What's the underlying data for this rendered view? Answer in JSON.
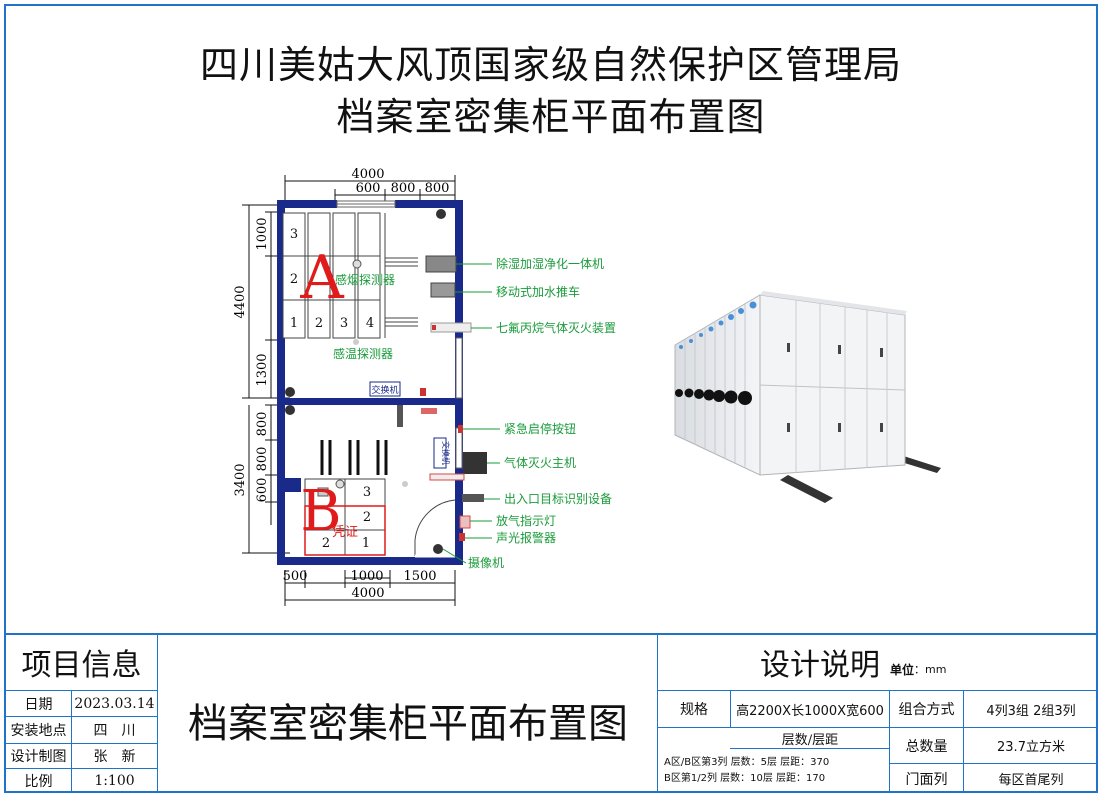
{
  "title_line1": "四川美姑大风顶国家级自然保护区管理局",
  "title_line2": "档案室密集柜平面布置图",
  "plan": {
    "dims": {
      "top_total": "4000",
      "top_600": "600",
      "top_800a": "800",
      "top_800b": "800",
      "left_1000": "1000",
      "left_4400": "4400",
      "left_1300": "1300",
      "left_800a": "800",
      "left_800b": "800",
      "left_600": "600",
      "left_3400": "3400",
      "bot_500": "500",
      "bot_1000": "1000",
      "bot_1500": "1500",
      "bot_total": "4000"
    },
    "zone_a": "A",
    "zone_b": "B",
    "zone_b_note": "凭证",
    "grid_a": [
      "3",
      "2",
      "1",
      "2",
      "3",
      "4"
    ],
    "grid_b": [
      "3",
      "2",
      "2",
      "1"
    ],
    "switch_label": "交换机",
    "switch_label_v": "交换机",
    "smoke_detector": "感烟探测器",
    "temp_detector": "感温探测器",
    "legend": [
      "除湿加湿净化一体机",
      "移动式加水推车",
      "七氟丙烷气体灭火装置",
      "紧急启停按钮",
      "气体灭火主机",
      "出入口目标识别设备",
      "放气指示灯",
      "声光报警器",
      "摄像机"
    ]
  },
  "info": {
    "heading": "项目信息",
    "rows": [
      {
        "label": "日期",
        "value": "2023.03.14"
      },
      {
        "label": "安装地点",
        "value": "四　川"
      },
      {
        "label": "设计制图",
        "value": "张　新"
      },
      {
        "label": "比例",
        "value": "1:100"
      }
    ],
    "drawing_name": "档案室密集柜平面布置图"
  },
  "design": {
    "heading": "设计说明",
    "unit_label": "单位",
    "unit_value": "：mm",
    "spec_label": "规格",
    "spec_value": "高2200X长1000X宽600",
    "layer_label": "层数/层距",
    "layer_a": "A区/B区第3列  层数：5层  层距：370",
    "layer_b": "B区第1/2列  层数：10层  层距：170",
    "combo_label": "组合方式",
    "combo_value": "4列3组  2组3列",
    "total_label": "总数量",
    "total_value": "23.7立方米",
    "door_label": "门面列",
    "door_value": "每区首尾列"
  },
  "colors": {
    "frame": "#1f73c8",
    "wall": "#1a2a8a",
    "zone_letter": "#e01b1b",
    "legend_text": "#1a9b3a"
  }
}
